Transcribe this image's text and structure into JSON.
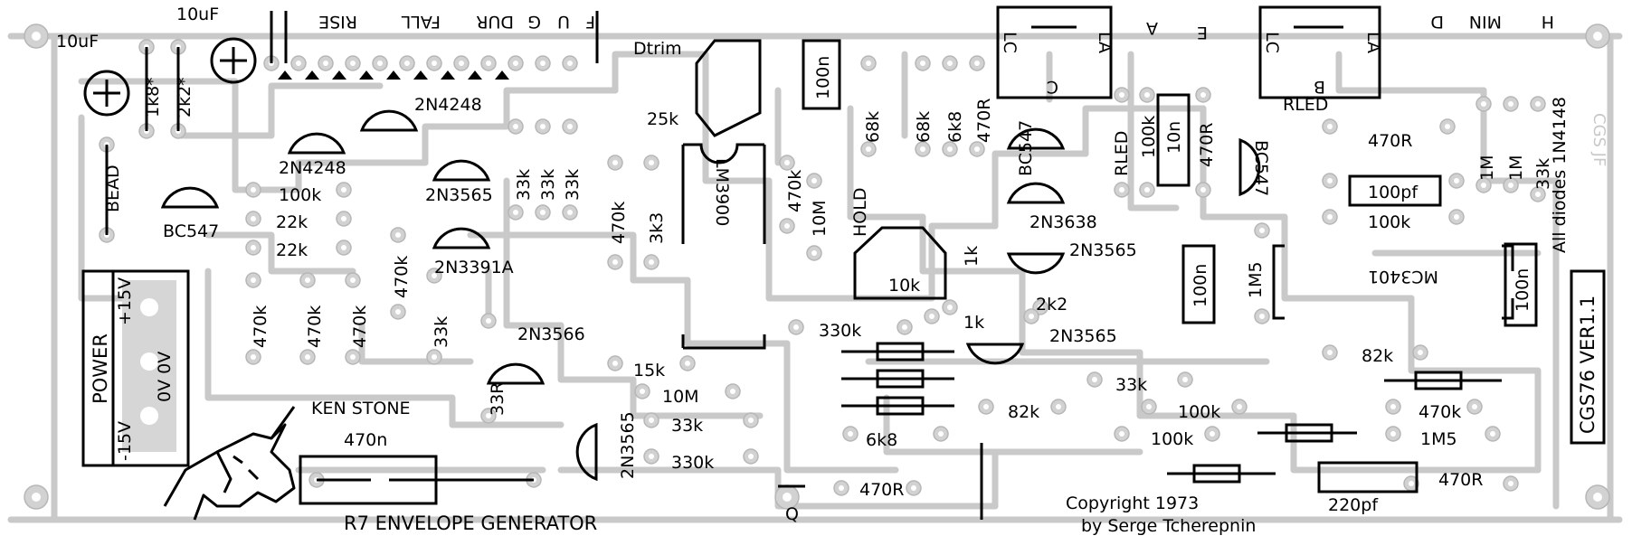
{
  "board": {
    "title": "R7 ENVELOPE GENERATOR",
    "designer": "KEN STONE",
    "copyright_line1": "Copyright 1973",
    "copyright_line2": "by Serge Tcherepnin",
    "version": "CGS76 VER1.1",
    "diodes_note": "All diodes 1N4148",
    "mirror_mark": "CGS JF"
  },
  "power": {
    "title": "POWER",
    "pins_left": "-15V",
    "pins_mid": "0V  0V",
    "pins_right": "+15V",
    "bead": "BEAD",
    "cap1": "10uF",
    "cap2": "10uF",
    "r1": "1k8*",
    "r2": "2k2*"
  },
  "header": {
    "rise": "RISE",
    "fall": "FALL",
    "dur": "DUR",
    "g": "G",
    "u": "U",
    "f": "F",
    "e": "E",
    "a": "A",
    "lc1": "LC",
    "la1": "LA",
    "c": "C",
    "lc2": "LC",
    "la2": "LA",
    "b": "B",
    "d": "D",
    "min": "MIN",
    "h": "H"
  },
  "components": [
    "2N4248",
    "2N4248",
    "BC547",
    "100k",
    "22k",
    "22k",
    "2N3565",
    "2N3391A",
    "33k",
    "33k",
    "33k",
    "470k",
    "3k3",
    "470k",
    "470k",
    "470k",
    "470k",
    "33k",
    "Dtrim",
    "25k",
    "LM3900",
    "470k",
    "10M",
    "100n",
    "68k",
    "68k",
    "6k8",
    "470R",
    "HOLD",
    "10k",
    "1k",
    "1k",
    "BC547",
    "2N3638",
    "2N3565",
    "2k2",
    "RLED",
    "100k",
    "10n",
    "470R",
    "2N3565",
    "100n",
    "BC547",
    "RLED",
    "470R",
    "100pf",
    "100k",
    "1M",
    "1M",
    "33k",
    "MC3401",
    "100n",
    "1M5",
    "2N3566",
    "33R",
    "15k",
    "10M",
    "33k",
    "330k",
    "330k",
    "6k8",
    "470R",
    "82k",
    "33k",
    "100k",
    "100k",
    "82k",
    "470k",
    "1M5",
    "220pf",
    "470R",
    "470n",
    "2N3565",
    "Q"
  ]
}
